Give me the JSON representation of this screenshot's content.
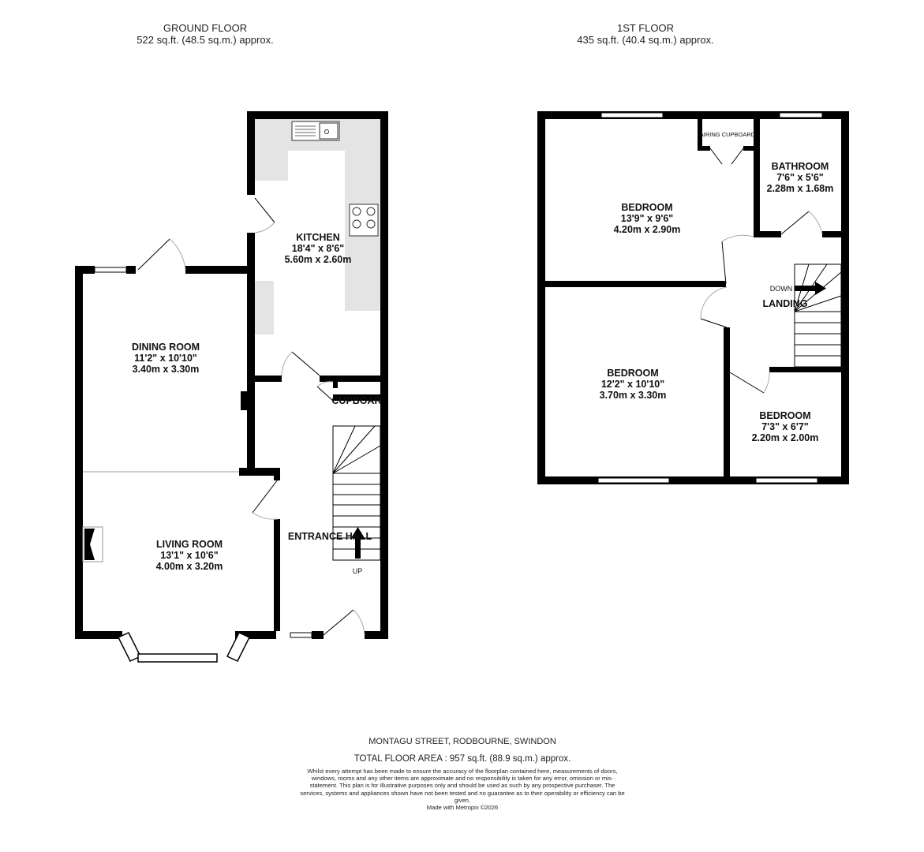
{
  "ground_floor": {
    "title": "GROUND FLOOR",
    "area": "522 sq.ft. (48.5 sq.m.) approx.",
    "rooms": [
      {
        "name": "KITCHEN",
        "imperial": "18'4\"  x 8'6\"",
        "metric": "5.60m  x 2.60m"
      },
      {
        "name": "DINING ROOM",
        "imperial": "11'2\"  x 10'10\"",
        "metric": "3.40m  x 3.30m"
      },
      {
        "name": "LIVING ROOM",
        "imperial": "13'1\"  x 10'6\"",
        "metric": "4.00m  x 3.20m"
      },
      {
        "name": "ENTRANCE HALL"
      },
      {
        "name": "CUPBOAR"
      }
    ],
    "stairs_label": "UP"
  },
  "first_floor": {
    "title": "1ST FLOOR",
    "area": "435 sq.ft. (40.4 sq.m.) approx.",
    "rooms": [
      {
        "name": "BEDROOM",
        "imperial": "13'9\"  x 9'6\"",
        "metric": "4.20m  x 2.90m"
      },
      {
        "name": "BATHROOM",
        "imperial": "7'6\"  x 5'6\"",
        "metric": "2.28m  x 1.68m"
      },
      {
        "name": "BEDROOM",
        "imperial": "12'2\"  x 10'10\"",
        "metric": "3.70m  x 3.30m"
      },
      {
        "name": "BEDROOM",
        "imperial": "7'3\"  x 6'7\"",
        "metric": "2.20m  x 2.00m"
      },
      {
        "name": "LANDING"
      },
      {
        "name": "AIRING CUPBOARD"
      }
    ],
    "stairs_label": "DOWN"
  },
  "footer": {
    "address": "MONTAGU STREET, RODBOURNE, SWINDON",
    "total": "TOTAL FLOOR AREA : 957 sq.ft. (88.9 sq.m.) approx.",
    "disclaimer": "Whilst every attempt has been made to ensure the accuracy of the floorplan contained here, measurements of doors, windows, rooms and any other items are approximate and no responsibility is taken for any error, omission or mis-statement. This plan is for illustrative purposes only and should be used as such by any prospective purchaser. The services, systems and appliances shown have not been tested and no guarantee as to their operability or efficiency can be given.",
    "credit": "Made with Metropix ©2026"
  },
  "colors": {
    "wall": "#000000",
    "fitting": "#e4e4e4"
  }
}
